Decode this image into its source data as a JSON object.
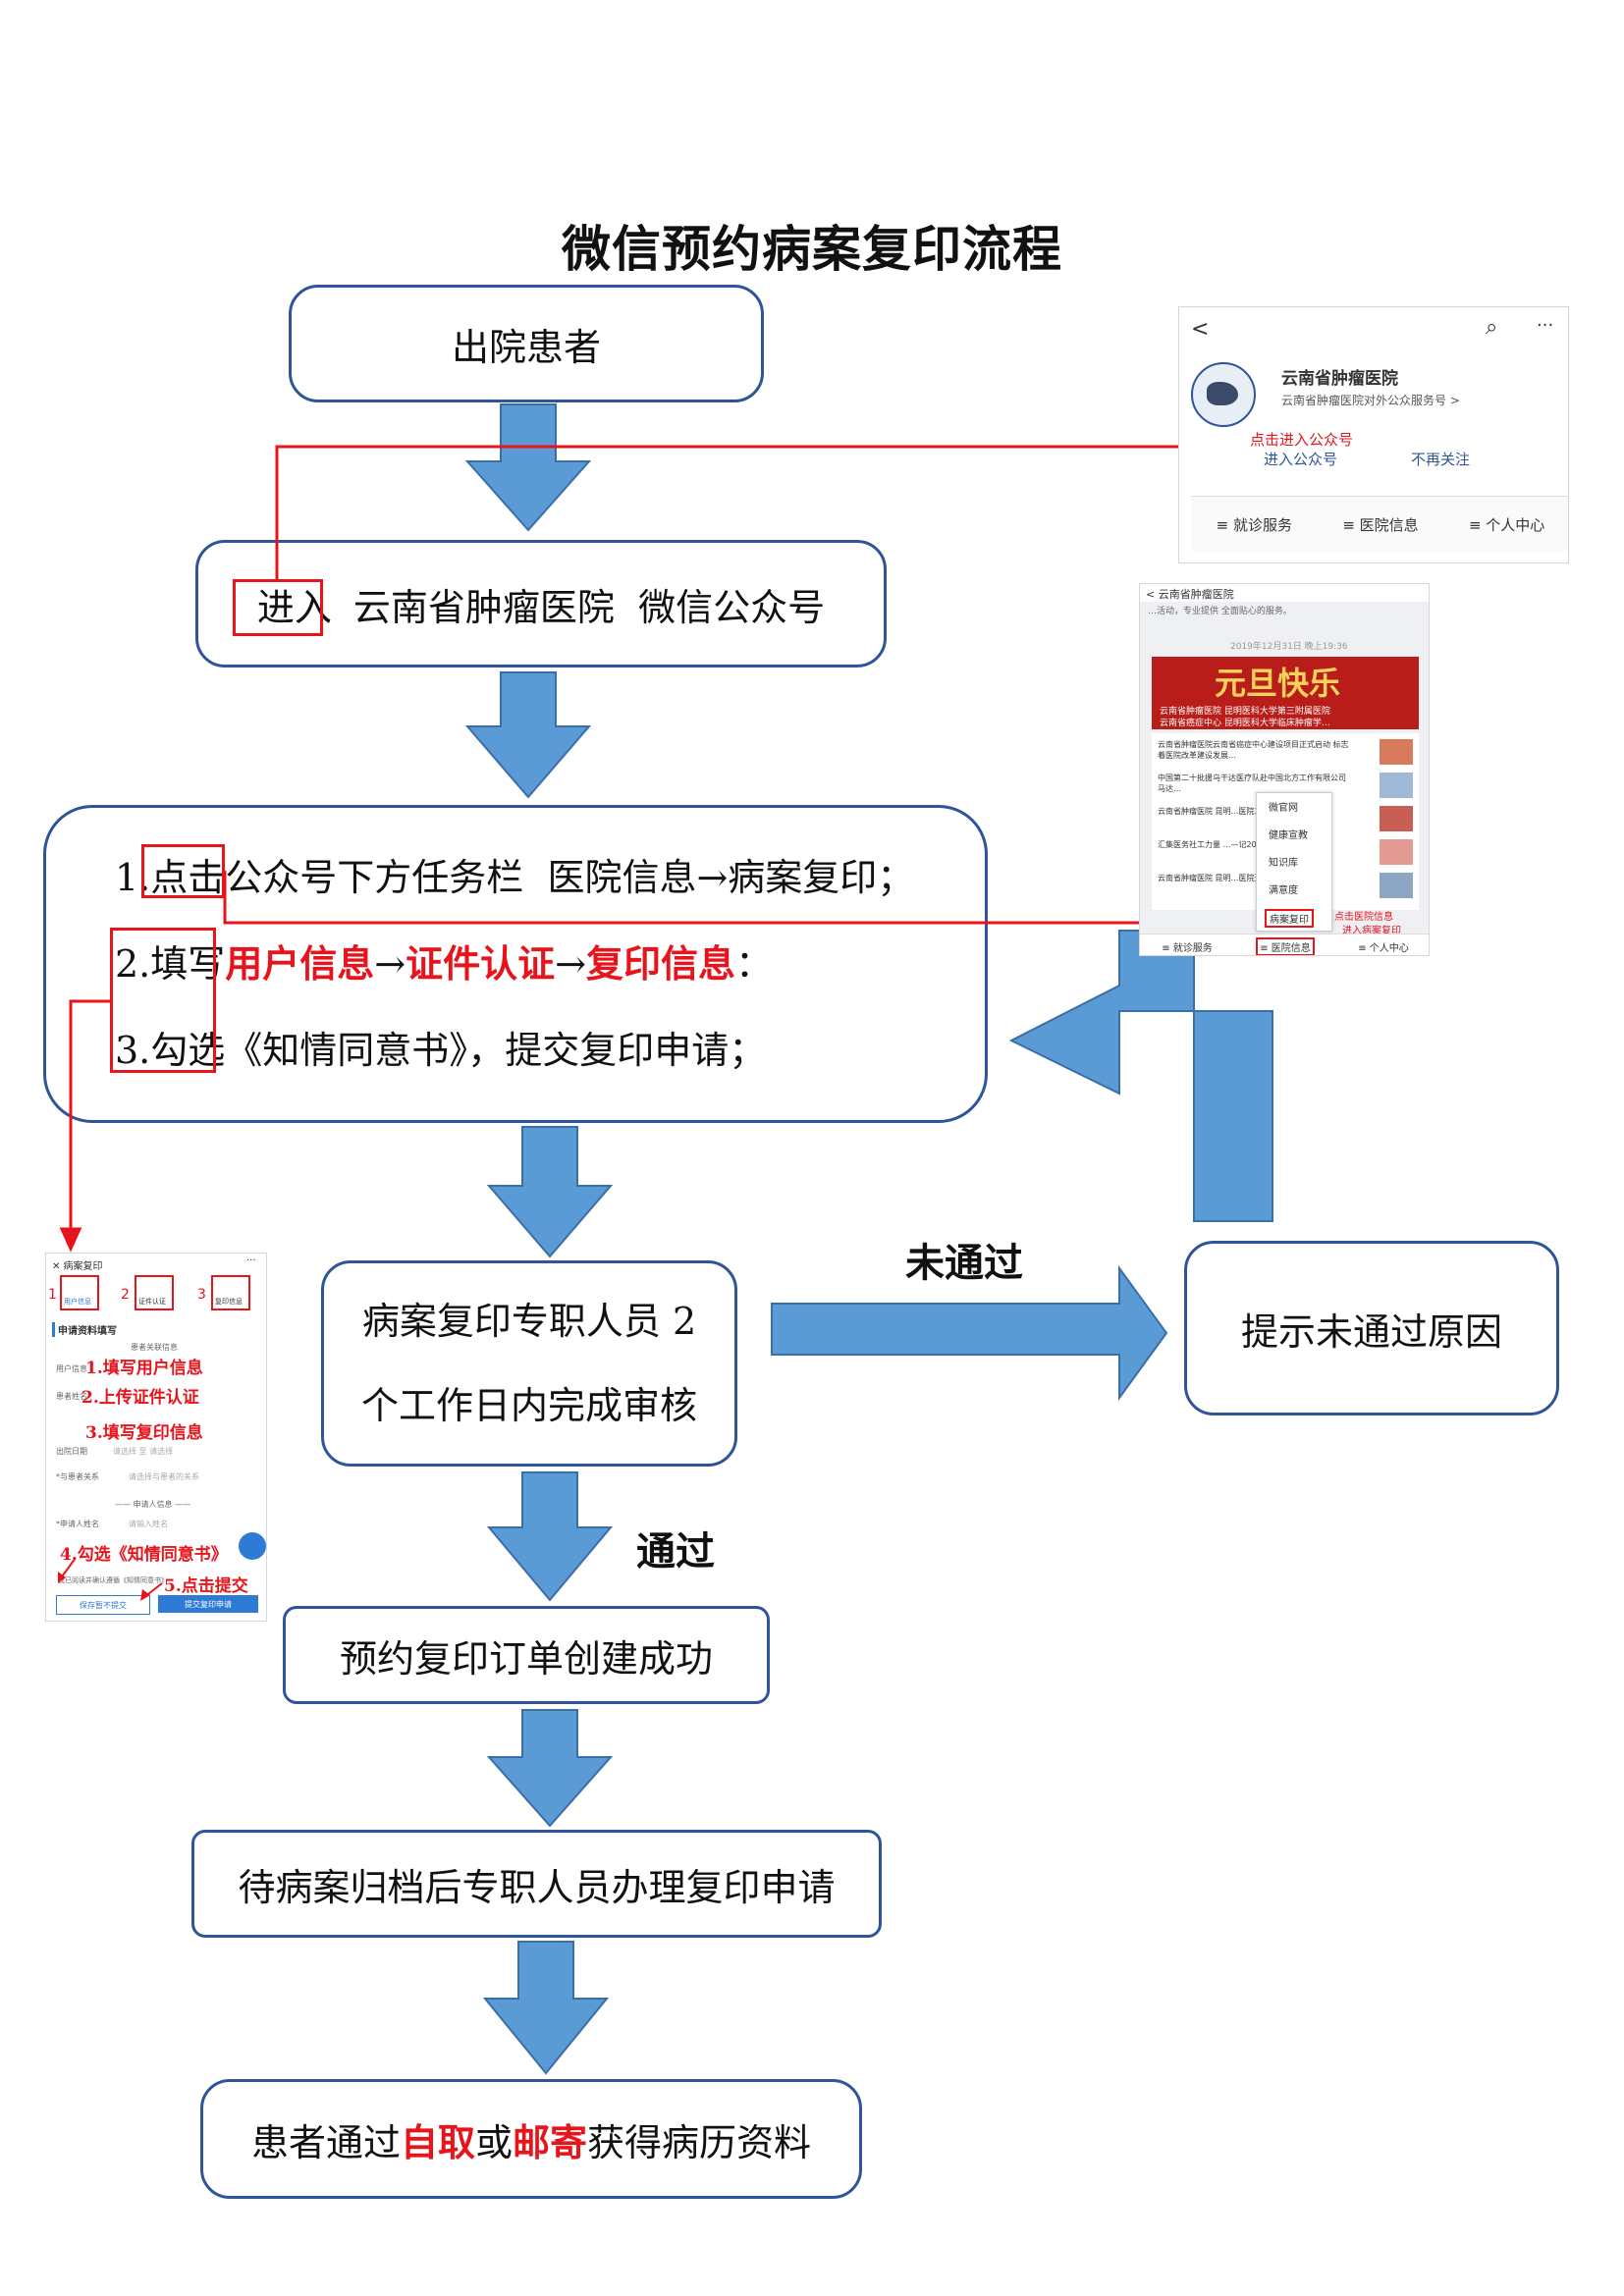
{
  "title": "微信预约病案复印流程",
  "steps": {
    "s1": "出院患者",
    "s2": {
      "prefix": "进入",
      "text": "云南省肿瘤医院  微信公众号"
    },
    "s3": {
      "l1a": "1.",
      "l1b": "点击",
      "l1c": "公众号下方任务栏  医院信息→病案复印；",
      "l2a": "2.",
      "l2b": "填写",
      "l2c": "用户信息",
      "l2d": "→",
      "l2e": "证件认证",
      "l2f": "→",
      "l2g": "复印信息",
      "l2h": "：",
      "l3a": "3.",
      "l3b": "勾选",
      "l3c": "《知情同意书》，提交复印申请；"
    },
    "s4": {
      "l1": "病案复印专职人员 2",
      "l2": "个工作日内完成审核"
    },
    "s5": "预约复印订单创建成功",
    "s6": "待病案归档后专职人员办理复印申请",
    "s7": {
      "a": "患者通过",
      "b": "自取",
      "c": "或",
      "d": "邮寄",
      "e": "获得病历资料"
    },
    "reject": "提示未通过原因"
  },
  "labels": {
    "fail": "未通过",
    "pass": "通过"
  },
  "shot1": {
    "back": "<",
    "search": "⌕",
    "more": "···",
    "name": "云南省肿瘤医院",
    "sub": "云南省肿瘤医院对外公众服务号 >",
    "hint": "点击进入公众号",
    "enter": "进入公众号",
    "unfollow": "不再关注",
    "menu": [
      "≡ 就诊服务",
      "≡ 医院信息",
      "≡ 个人中心"
    ]
  },
  "shot2": {
    "header": "< 云南省肿瘤医院",
    "top": "…活动，专业提供 全面贴心的服务。",
    "date": "2019年12月31日 晚上19:36",
    "banner": "元旦快乐",
    "banner_sub1": "云南省肿瘤医院 昆明医科大学第三附属医院",
    "banner_sub2": "云南省癌症中心 昆明医科大学临床肿瘤学…",
    "news": [
      "云南省肿瘤医院云南省癌症中心建设项目正式启动 标志着医院改革建设发展…",
      "中国第二十批援乌干达医疗队赴中国北方工作有限公司 马达…",
      "云南省肿瘤医院 昆明…医院工会成功举办了…",
      "汇集医务社工力量 …—记2019年乳腺…",
      "云南省肿瘤医院 昆明…医院开日门诊安排…"
    ],
    "popup": [
      "微官网",
      "健康宣教",
      "知识库",
      "满意度",
      "病案复印"
    ],
    "hint": "点击医院信息",
    "hint2": "进入病案复印",
    "menu": [
      "≡ 就诊服务",
      "≡ 医院信息",
      "≡ 个人中心"
    ]
  },
  "shot3": {
    "header": "✕ 病案复印",
    "more": "···",
    "steps": [
      "用户信息",
      "证件认证",
      "复印信息"
    ],
    "step_nums": [
      "1",
      "2",
      "3"
    ],
    "section": "申请资料填写",
    "sub": "患者关联信息",
    "rows": [
      "用户信息",
      "患者姓名",
      "出院日期",
      "*与患者关系"
    ],
    "row_placeholders": [
      "",
      "",
      "请选择  至  请选择",
      "请选择与患者的关系"
    ],
    "applicant": "—— 申请人信息 ——",
    "applicant_row": "*申请人姓名",
    "applicant_placeholder": "请输入姓名",
    "check": "我已阅读并确认遵循《知情同意书》",
    "save": "保存暂不提交",
    "submit": "提交复印申请",
    "ann1": "1.填写用户信息",
    "ann2": "2.上传证件认证",
    "ann3": "3.填写复印信息",
    "ann4": "4.勾选《知情同意书》",
    "ann5": "5.点击提交"
  },
  "colors": {
    "box_border": "#2e5597",
    "arrow": "#5b9bd5",
    "red": "#e8141b"
  }
}
